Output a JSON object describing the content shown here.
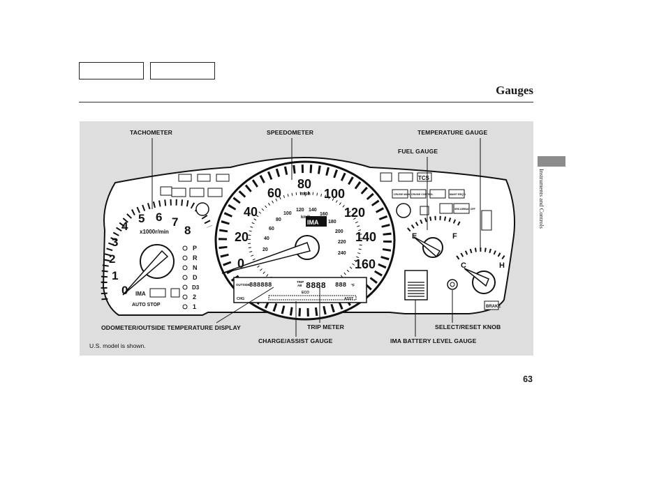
{
  "header": {
    "title": "Gauges"
  },
  "side_label": "Instruments and Controls",
  "page_number": "63",
  "callouts": {
    "tachometer": "TACHOMETER",
    "speedometer": "SPEEDOMETER",
    "temperature_gauge": "TEMPERATURE GAUGE",
    "fuel_gauge": "FUEL GAUGE",
    "odometer": "ODOMETER/OUTSIDE TEMPERATURE DISPLAY",
    "trip_meter": "TRIP METER",
    "select_reset": "SELECT/RESET KNOB",
    "charge_assist": "CHARGE/ASSIST GAUGE",
    "ima_battery": "IMA BATTERY LEVEL GAUGE"
  },
  "note": "U.S. model is shown.",
  "cluster": {
    "tach_numbers": [
      "0",
      "1",
      "2",
      "3",
      "4",
      "5",
      "6",
      "7",
      "8"
    ],
    "tach_unit": "x1000r/min",
    "speed_mph": [
      "0",
      "20",
      "40",
      "60",
      "80",
      "100",
      "120",
      "140",
      "160"
    ],
    "speed_unit": "mph",
    "speed_kmh": [
      "20",
      "40",
      "60",
      "80",
      "100",
      "120",
      "140",
      "160",
      "180",
      "200",
      "220",
      "240"
    ],
    "kmh_unit": "km/h",
    "gears": [
      "P",
      "R",
      "N",
      "D",
      "D3",
      "2",
      "1"
    ],
    "fuel_ends": [
      "E",
      "F"
    ],
    "temp_ends": [
      "C",
      "H"
    ],
    "display": {
      "outside": "OUTSIDE",
      "digits": "888888",
      "trip": "TRIP",
      "ab": "AB",
      "trip_digits": "8888",
      "temp_digits": "888",
      "unit": "°F",
      "eco": "ECO",
      "chg": "CHG",
      "asst": "ASST"
    },
    "indicators": {
      "ima": "IMA",
      "auto_stop": "AUTO STOP",
      "tcs": "TCS",
      "cruise_main": "CRUISE MAIN",
      "cruise_control": "CRUISE CONTROL",
      "maint_reqd": "MAINT REQ'D",
      "srs_airbag": "SRS AIRBAG OFF",
      "brake": "BRAKE",
      "ima_logo": "IMA"
    }
  }
}
